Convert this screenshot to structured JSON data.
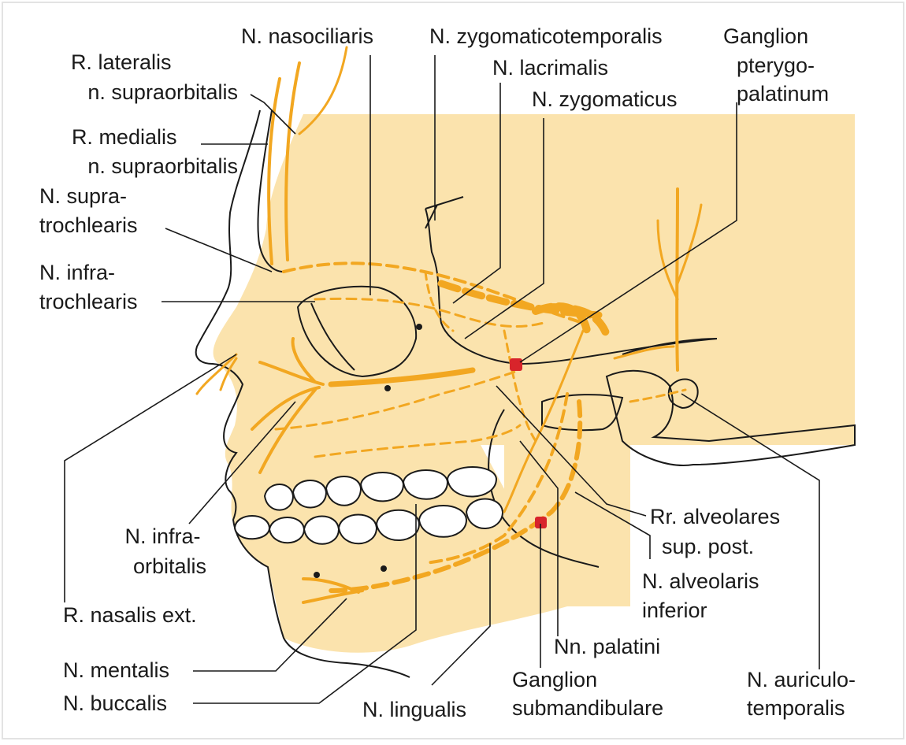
{
  "colors": {
    "skin": "#fbe3ad",
    "nerve": "#f2a721",
    "ganglion": "#d8242b",
    "line": "#1a1a1a",
    "background": "#ffffff"
  },
  "labels": {
    "r_lateralis": [
      "R. lateralis",
      "n. supraorbitalis"
    ],
    "r_medialis": [
      "R. medialis",
      "n. supraorbitalis"
    ],
    "n_supratrochlearis": [
      "N. supra-",
      "trochlearis"
    ],
    "n_infratrochlearis": [
      "N. infra-",
      "trochlearis"
    ],
    "n_infraorbitalis": [
      "N. infra-",
      "orbitalis"
    ],
    "r_nasalis_ext": [
      "R. nasalis ext."
    ],
    "n_mentalis": [
      "N. mentalis"
    ],
    "n_buccalis": [
      "N. buccalis"
    ],
    "n_nasociliaris": [
      "N. nasociliaris"
    ],
    "n_zygomaticotemporalis": [
      "N. zygomaticotemporalis"
    ],
    "n_lacrimalis": [
      "N. lacrimalis"
    ],
    "n_zygomaticus": [
      "N. zygomaticus"
    ],
    "ganglion_pterygopalatinum": [
      "Ganglion",
      "pterygo-",
      "palatinum"
    ],
    "rr_alveolares": [
      "Rr. alveolares",
      "sup. post."
    ],
    "n_alveolaris_inferior": [
      "N. alveolaris",
      "inferior"
    ],
    "nn_palatini": [
      "Nn. palatini"
    ],
    "ganglion_submandibulare": [
      "Ganglion",
      "submandibulare"
    ],
    "n_lingualis": [
      "N. lingualis"
    ],
    "n_auriculotemporalis": [
      "N. auriculo-",
      "temporalis"
    ]
  }
}
